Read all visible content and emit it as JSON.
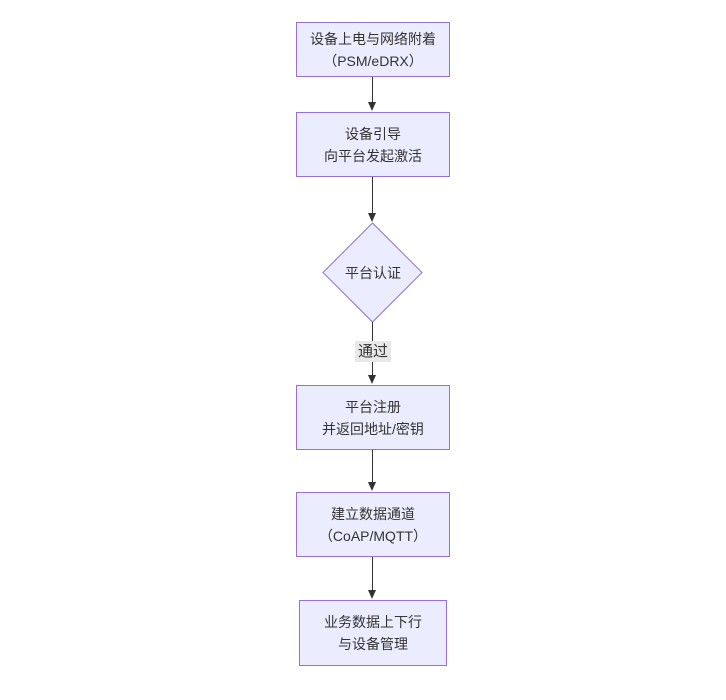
{
  "diagram": {
    "nodes": [
      {
        "text": "设备上电与网络附着\n（PSM/eDRX）"
      },
      {
        "text": "设备引导\n向平台发起激活"
      },
      {
        "text": "平台认证"
      },
      {
        "text": "平台注册\n并返回地址/密钥"
      },
      {
        "text": "建立数据通道\n（CoAP/MQTT）"
      },
      {
        "text": "业务数据上下行\n与设备管理"
      }
    ],
    "edges": [
      {
        "label": "通过"
      }
    ],
    "colors": {
      "node_fill": "#ECECFF",
      "node_border": "#9370DB",
      "text": "#333333",
      "arrow": "#333333",
      "label_bg": "#e8e8e8"
    }
  }
}
